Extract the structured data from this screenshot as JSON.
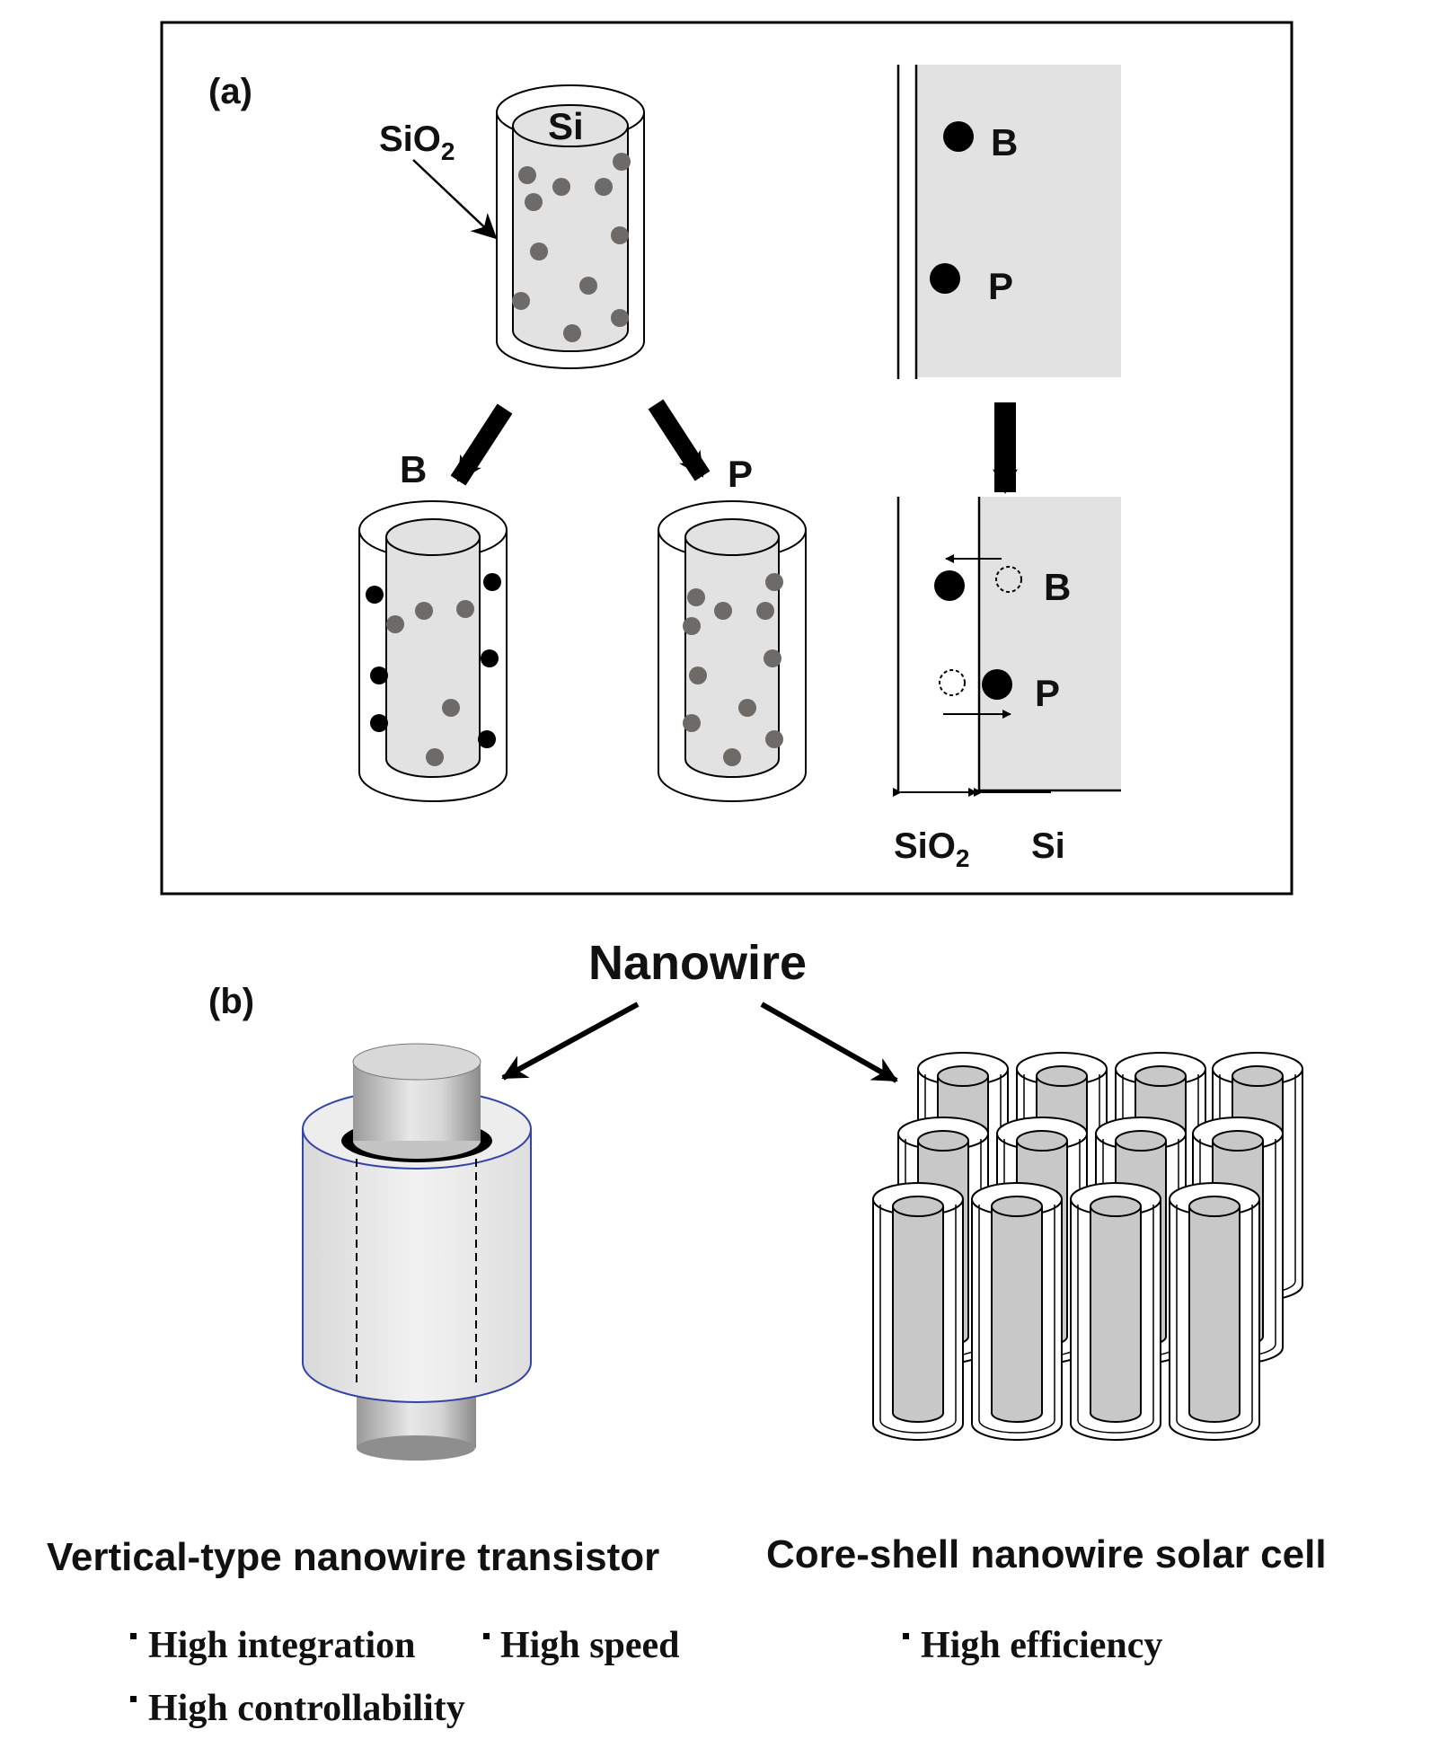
{
  "panel_a": {
    "label": "(a)",
    "wire_core_label": "Si",
    "oxide_label": "SiO",
    "oxide_sub": "2",
    "boron": "B",
    "phosphorus": "P",
    "interface_boron": "B",
    "interface_phosphorus": "P",
    "after_boron": "B",
    "after_phosphorus": "P",
    "bottom_oxide": "SiO",
    "bottom_oxide_sub": "2",
    "bottom_si": "Si"
  },
  "panel_b": {
    "label": "(b)",
    "title": "Nanowire",
    "left_caption": "Vertical-type nanowire transistor",
    "right_caption": "Core-shell nanowire solar cell",
    "left_features": [
      "High integration",
      "High speed",
      "High controllability"
    ],
    "right_features": [
      "High efficiency"
    ]
  },
  "colors": {
    "dopant_grey": "#6e6a67",
    "dopant_black": "#000000",
    "si_fill": "#e2e2e2",
    "gate_outline": "#3344a8"
  }
}
